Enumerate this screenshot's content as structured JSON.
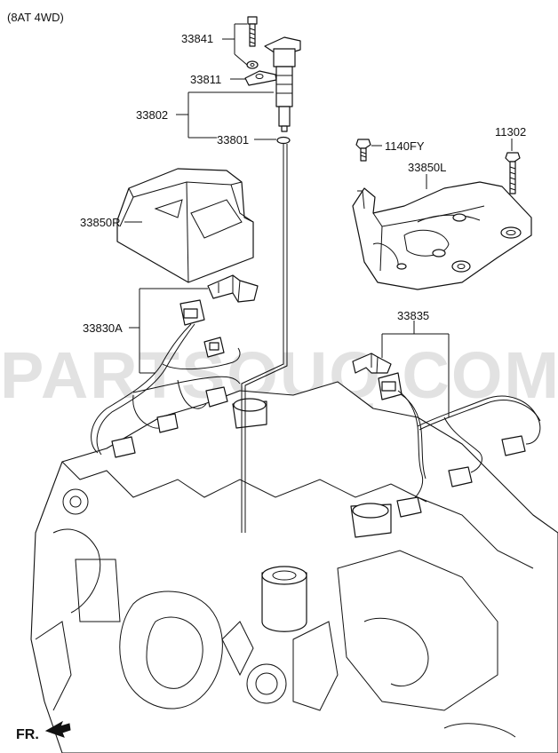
{
  "header": {
    "variant": "(8AT 4WD)"
  },
  "watermark": {
    "text": "PARTSOUQ.COM"
  },
  "orientation": {
    "label": "FR."
  },
  "parts": {
    "p33841": "33841",
    "p33811": "33811",
    "p33802": "33802",
    "p33801": "33801",
    "p33850R": "33850R",
    "p1140FY": "1140FY",
    "p11302": "11302",
    "p33850L": "33850L",
    "p33830A": "33830A",
    "p33835": "33835"
  }
}
